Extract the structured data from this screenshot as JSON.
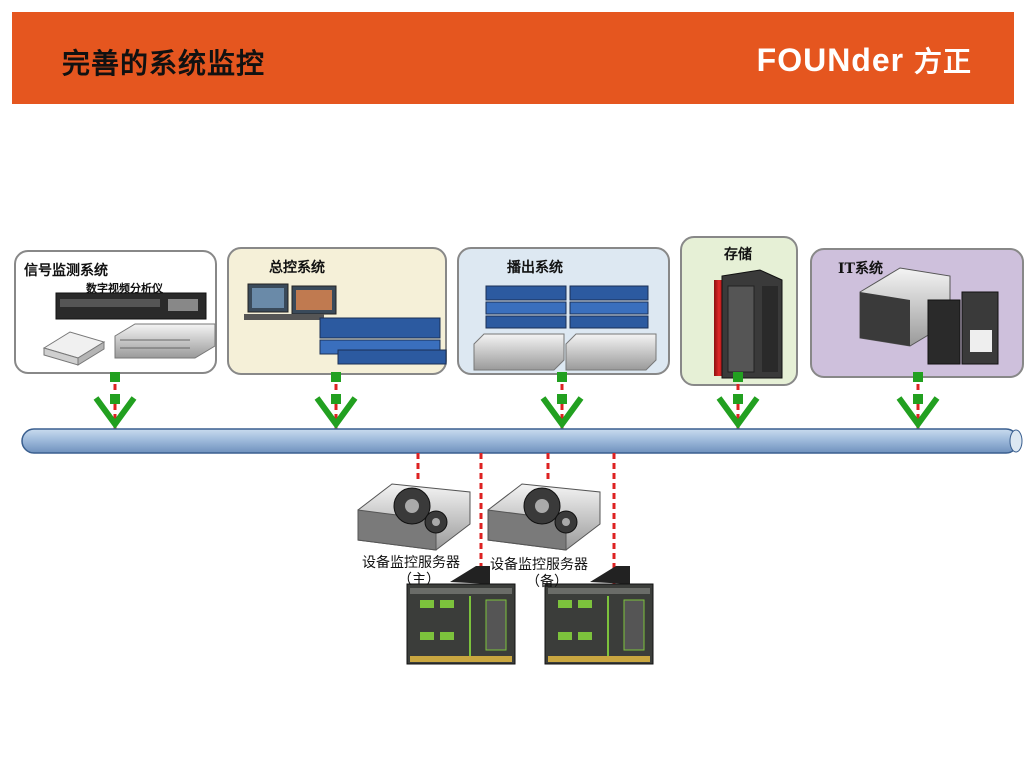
{
  "header": {
    "title": "完善的系统监控",
    "logo_text": "FOUNder",
    "logo_cn": "方正"
  },
  "systems": [
    {
      "label": "信号监测系统",
      "sublabel": "数字视频分析仪"
    },
    {
      "label": "总控系统"
    },
    {
      "label": "播出系统"
    },
    {
      "label": "存储"
    },
    {
      "label": "IT系统"
    }
  ],
  "servers": [
    {
      "label": "设备监控服务器",
      "role": "（主）"
    },
    {
      "label": "设备监控服务器",
      "role": "（备）"
    }
  ],
  "colors": {
    "header": "#e5561f",
    "bus": "#9bb7d9",
    "arrow": "#22a020",
    "dash": "#dd2222"
  }
}
